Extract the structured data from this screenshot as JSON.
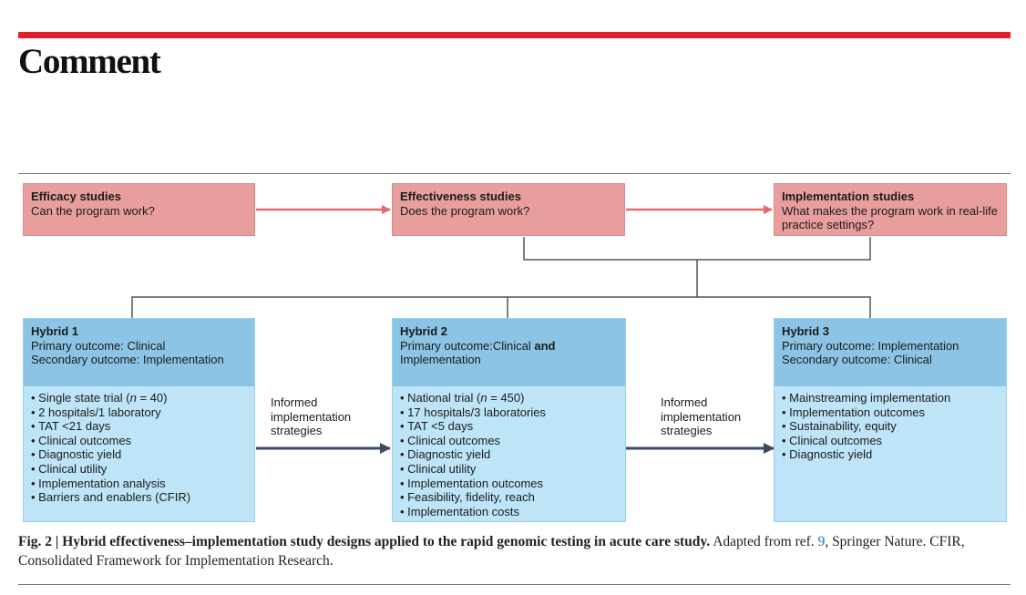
{
  "header": {
    "section": "Comment"
  },
  "stages": [
    {
      "title": "Efficacy studies",
      "text": "Can the program work?"
    },
    {
      "title": "Effectiveness studies",
      "text": "Does the program work?"
    },
    {
      "title": "Implementation studies",
      "text": "What makes the program work in real-life practice settings?"
    }
  ],
  "hybrids": [
    {
      "title": "Hybrid 1",
      "primary": "Primary outcome: Clinical",
      "secondary": "Secondary outcome: Implementation",
      "items": [
        "Single state trial (n = 40)",
        "2 hospitals/1 laboratory",
        "TAT <21 days",
        "Clinical outcomes",
        "Diagnostic yield",
        "Clinical utility",
        "Implementation analysis",
        "Barriers and enablers (CFIR)"
      ]
    },
    {
      "title": "Hybrid 2",
      "primary_prefix": "Primary outcome:Clinical ",
      "primary_bold": "and",
      "primary_rest": "Implementation",
      "items": [
        "National trial (n = 450)",
        "17 hospitals/3 laboratories",
        "TAT <5 days",
        "Clinical outcomes",
        "Diagnostic yield",
        "Clinical utility",
        "Implementation outcomes",
        "Feasibility, fidelity, reach",
        "Implementation costs"
      ]
    },
    {
      "title": "Hybrid 3",
      "primary": "Primary outcome: Implementation",
      "secondary": "Secondary outcome: Clinical",
      "items": [
        "Mainstreaming implementation",
        "Implementation outcomes",
        "Sustainability, equity",
        "Clinical outcomes",
        "Diagnostic yield"
      ]
    }
  ],
  "arrow_labels": [
    "Informed implementation strategies",
    "Informed implementation strategies"
  ],
  "caption": {
    "label": "Fig. 2 | Hybrid effectiveness–implementation study designs applied to the rapid genomic testing in acute care study.",
    "text_before_ref": " Adapted from ref. ",
    "ref": "9",
    "text_after_ref": ", Springer Nature. CFIR, Consolidated Framework for Implementation Research."
  },
  "colors": {
    "accent_red": "#e0202e",
    "stage_fill": "#e99e9e",
    "stage_arrow": "#e26a6a",
    "hybrid_header": "#8cc4e6",
    "hybrid_body": "#bde4f7",
    "hybrid_arrow": "#3a4a6b"
  }
}
